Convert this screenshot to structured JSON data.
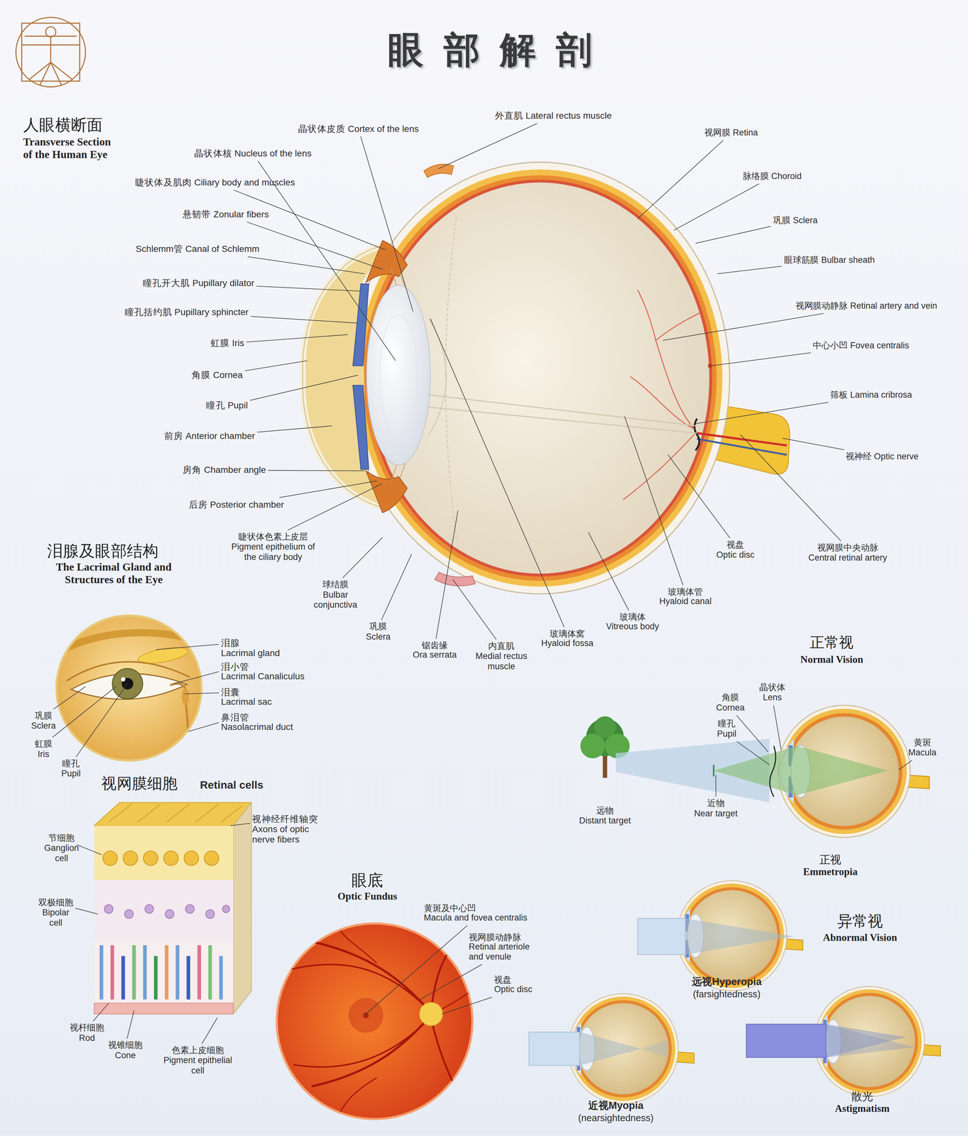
{
  "diagram": {
    "title": "眼部解剖",
    "labels": [
      "人眼横断面",
      "Transverse Section of the Human Eye",
      "晶状体皮质 Cortex of the lens",
      "外直肌 Lateral rectus muscle",
      "视网膜 Retina",
      "晶状体核 Nucleus of the lens",
      "脉络膜 Choroid",
      "睫状体及肌肉 Ciliary body and muscles",
      "悬韧带 Zonular fibers",
      "巩膜 Sclera",
      "Schlemm管 Canal of Schlemm",
      "眼球筋膜 Bulbar sheath",
      "瞳孔开大肌 Pupillary dilator",
      "视网膜动静脉 Retinal artery and vein",
      "瞳孔括约肌 Pupillary sphincter",
      "虹膜 Iris",
      "中心小凹 Fovea centralis",
      "角膜 Cornea",
      "筛板 Lamina cribrosa",
      "瞳孔 Pupil",
      "前房 Anterior chamber",
      "视神经 Optic nerve",
      "房角 Chamber angle",
      "后房 Posterior chamber",
      "睫状体色素上皮层",
      "Pigment epithelium of the ciliary body",
      "视盘",
      "Optic disc",
      "视网膜中央动脉",
      "Central retinal artery",
      "泪腺及眼部结构",
      "The Lacrimal Gland and Structures of the Eye",
      "球结膜",
      "Bulbar conjunctiva",
      "玻璃体管",
      "Hyaloid canal",
      "玻璃体",
      "Vitreous body",
      "巩膜",
      "Sclera",
      "玻璃体窝",
      "Hyaloid fossa",
      "锯齿缘",
      "Ora serrata",
      "内直肌",
      "Medial rectus muscle",
      "泪腺",
      "Lacrimal gland",
      "正常视",
      "Normal Vision",
      "泪小管",
      "Lacrimal Canaliculus",
      "晶状体",
      "Lens",
      "角膜",
      "Cornea",
      "泪囊",
      "Lacrimal sac",
      "巩膜",
      "Sclera",
      "鼻泪管",
      "Nasolacrimal duct",
      "瞳孔",
      "Pupil",
      "黄斑",
      "Macula",
      "虹膜",
      "Iris",
      "瞳孔",
      "Pupil",
      "视网膜细胞",
      "Retinal cells",
      "远物",
      "Distant target",
      "近物",
      "Near target",
      "视神经纤维轴突",
      "Axons of optic nerve fibers",
      "节细胞",
      "Ganglion cell",
      "正视",
      "Emmetropia",
      "眼底",
      "Optic Fundus",
      "双极细胞",
      "Bipolar cell",
      "黄斑及中心凹",
      "Macula and fovea centralis",
      "异常视",
      "Abnormal Vision",
      "视网膜动静脉",
      "Retinal arteriole and venule",
      "远视Hyperopia",
      "(farsightedness)",
      "视盘",
      "Optic disc",
      "视杆细胞",
      "Rod",
      "视锥细胞",
      "Cone",
      "色素上皮细胞",
      "Pigment epithelial cell",
      "近视Myopia",
      "(nearsightedness)",
      "散光",
      "Astigmatism"
    ]
  }
}
